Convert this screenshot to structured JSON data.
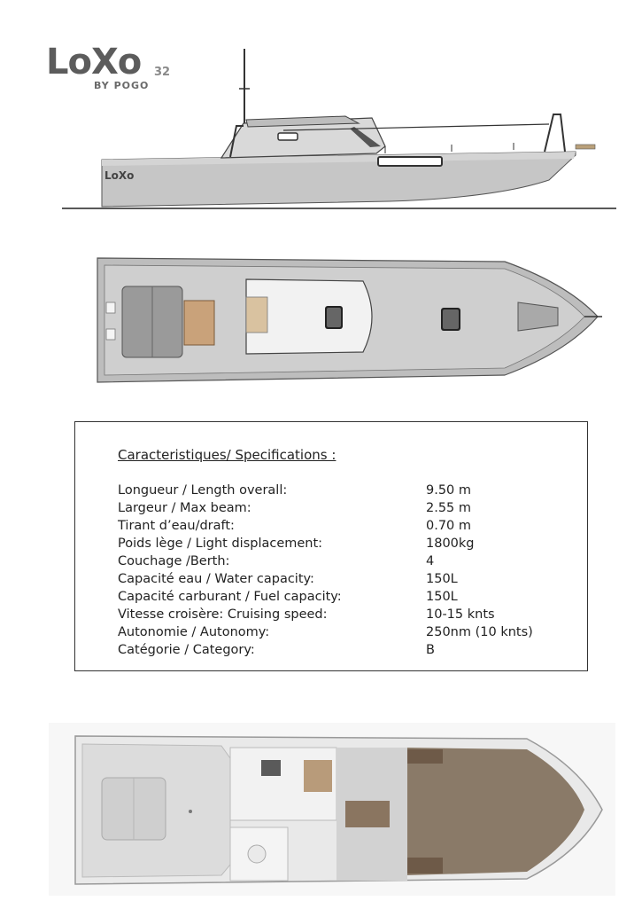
{
  "logo": {
    "main": "LoXo",
    "number": "32",
    "sub": "BY POGO"
  },
  "hull_badge": "LoXo",
  "specs": {
    "title": "Caracteristiques/ Specifications :",
    "rows": [
      {
        "label": "Longueur / Length overall:",
        "value": "9.50 m"
      },
      {
        "label": "Largeur / Max beam:",
        "value": "2.55 m"
      },
      {
        "label": "Tirant d’eau/draft:",
        "value": "0.70 m"
      },
      {
        "label": "Poids lège / Light displacement:",
        "value": "1800kg"
      },
      {
        "label": "Couchage /Berth:",
        "value": "4"
      },
      {
        "label": "Capacité eau / Water capacity:",
        "value": "150L"
      },
      {
        "label": "Capacité carburant / Fuel capacity:",
        "value": "150L"
      },
      {
        "label": "Vitesse croisère: Cruising speed:",
        "value": "10-15 knts"
      },
      {
        "label": "Autonomie / Autonomy:",
        "value": "250nm (10 knts)"
      },
      {
        "label": "Catégorie / Category:",
        "value": "B"
      }
    ]
  }
}
